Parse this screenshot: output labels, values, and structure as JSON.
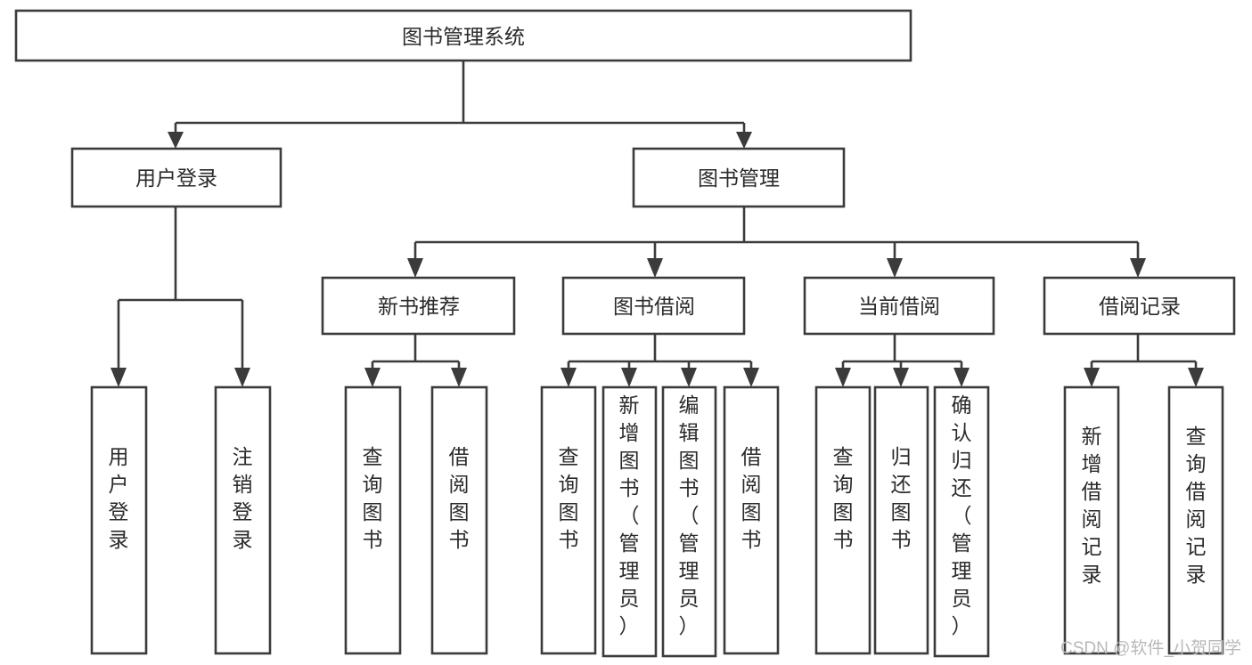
{
  "diagram": {
    "title": "图书管理系统",
    "type": "tree-hierarchy",
    "root": {
      "id": "root",
      "label": "图书管理系统"
    },
    "level2": [
      {
        "id": "user-login",
        "label": "用户登录"
      },
      {
        "id": "book-manage",
        "label": "图书管理"
      }
    ],
    "level3": [
      {
        "id": "new-book-recommend",
        "label": "新书推荐",
        "parent": "book-manage"
      },
      {
        "id": "book-borrow",
        "label": "图书借阅",
        "parent": "book-manage"
      },
      {
        "id": "current-borrow",
        "label": "当前借阅",
        "parent": "book-manage"
      },
      {
        "id": "borrow-record",
        "label": "借阅记录",
        "parent": "book-manage"
      }
    ],
    "leaves": {
      "user-login": [
        {
          "id": "leaf-user-login",
          "label": "用户登录"
        },
        {
          "id": "leaf-logout",
          "label": "注销登录"
        }
      ],
      "new-book-recommend": [
        {
          "id": "leaf-query-book-1",
          "label": "查询图书"
        },
        {
          "id": "leaf-borrow-book-1",
          "label": "借阅图书"
        }
      ],
      "book-borrow": [
        {
          "id": "leaf-query-book-2",
          "label": "查询图书"
        },
        {
          "id": "leaf-add-book",
          "label": "新增图书（管理员）"
        },
        {
          "id": "leaf-edit-book",
          "label": "编辑图书（管理员）"
        },
        {
          "id": "leaf-borrow-book-2",
          "label": "借阅图书"
        }
      ],
      "current-borrow": [
        {
          "id": "leaf-query-book-3",
          "label": "查询图书"
        },
        {
          "id": "leaf-return-book",
          "label": "归还图书"
        },
        {
          "id": "leaf-confirm-return",
          "label": "确认归还（管理员）"
        }
      ],
      "borrow-record": [
        {
          "id": "leaf-add-record",
          "label": "新增借阅记录"
        },
        {
          "id": "leaf-query-record",
          "label": "查询借阅记录"
        }
      ]
    }
  },
  "watermark": {
    "text": "CSDN @软件_小贺同学"
  },
  "colors": {
    "stroke": "#3b3b3b",
    "box_fill": "#ffffff",
    "text": "#2b2b2b",
    "watermark": "#b9b9b9",
    "background": "#ffffff"
  }
}
